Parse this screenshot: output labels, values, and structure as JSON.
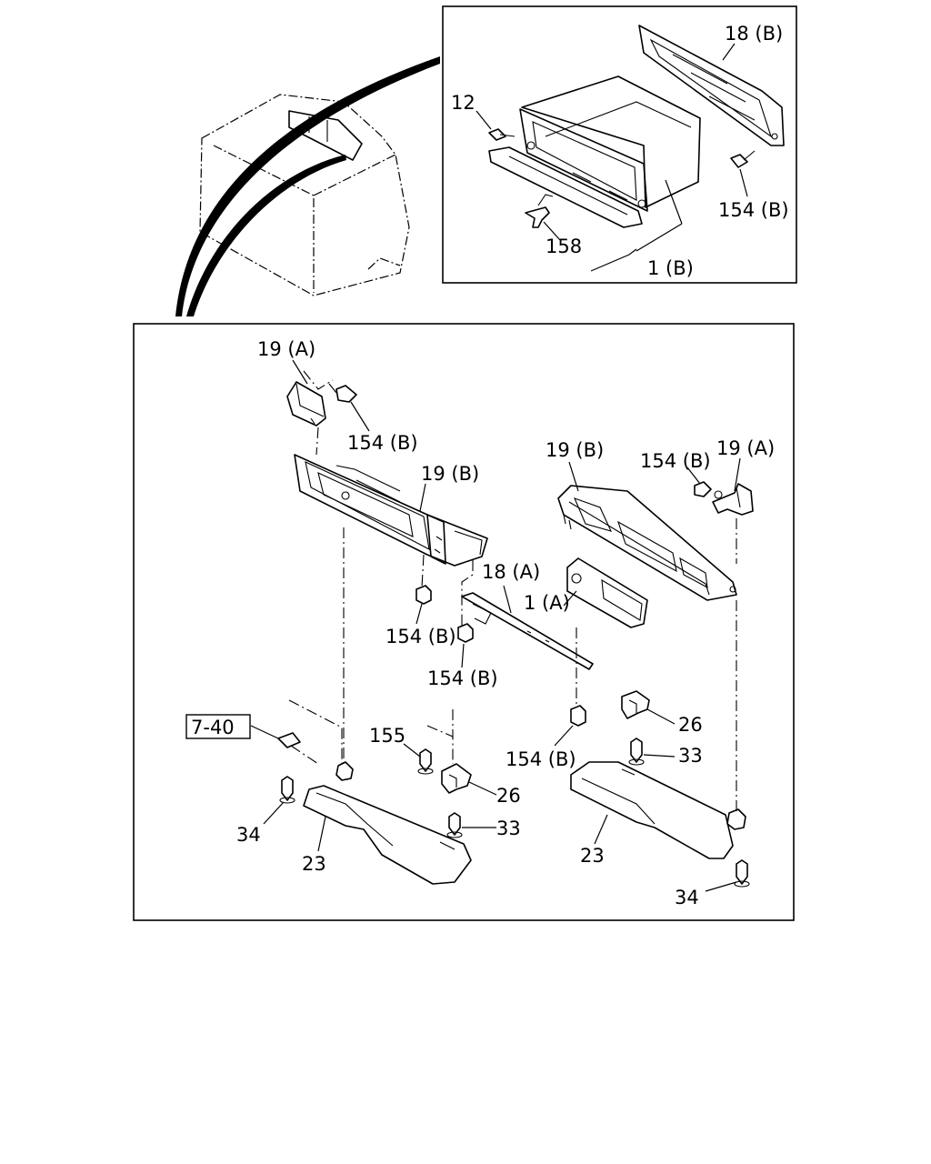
{
  "labels": {
    "top_18b": "18 (B)",
    "top_12": "12",
    "top_154b": "154 (B)",
    "top_158": "158",
    "top_1b": "1 (B)",
    "l_19a": "19 (A)",
    "l_154b_a": "154 (B)",
    "l_19b": "19 (B)",
    "r_19b": "19 (B)",
    "r_154b": "154 (B)",
    "r_19a": "19 (A)",
    "m_18a": "18 (A)",
    "m_1a": "1 (A)",
    "l_154b_b": "154 (B)",
    "m_154b": "154 (B)",
    "ref_740": "7-40",
    "l_155": "155",
    "r_26": "26",
    "r_33": "33",
    "r_154b_low": "154 (B)",
    "l_26": "26",
    "l_34": "34",
    "l_33": "33",
    "l_23": "23",
    "r_23": "23",
    "r_34": "34"
  }
}
